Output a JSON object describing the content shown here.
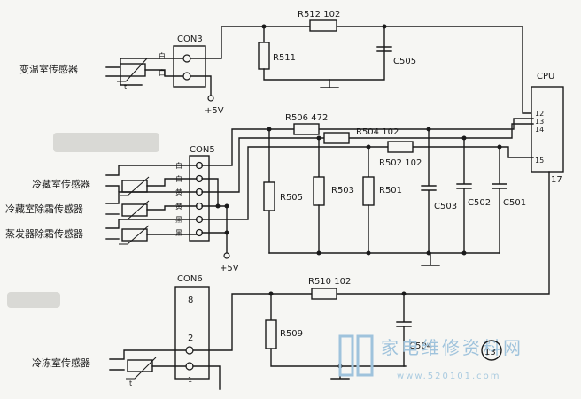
{
  "connectors": {
    "con3": {
      "label": "CON3",
      "pins": [
        "白",
        "白"
      ]
    },
    "con5": {
      "label": "CON5",
      "pins": [
        "白",
        "白",
        "黄",
        "黄",
        "黑",
        "黑"
      ]
    },
    "con6": {
      "label": "CON6",
      "pins": [
        "8",
        "2",
        "1"
      ]
    }
  },
  "sensors": {
    "variable_temp": "变温室传感器",
    "fridge": "冷藏室传感器",
    "fridge_defrost": "冷藏室除霜传感器",
    "evaporator_defrost": "蒸发器除霜传感器",
    "freezer": "冷冻室传感器"
  },
  "supply": {
    "top": "+5V",
    "mid": "+5V"
  },
  "thermistor_mark": "t",
  "resistors": {
    "r512": "R512 102",
    "r511": "R511",
    "r506": "R506 472",
    "r504": "R504 102",
    "r502": "R502 102",
    "r505": "R505",
    "r503": "R503",
    "r501": "R501",
    "r510": "R510 102",
    "r509": "R509"
  },
  "capacitors": {
    "c505": "C505",
    "c503": "C503",
    "c502": "C502",
    "c501": "C501",
    "c504": "C504"
  },
  "cpu": {
    "label": "CPU",
    "pins": [
      "12",
      "13",
      "14",
      "15",
      "17"
    ]
  },
  "figure_number": "13",
  "watermark": {
    "text": "家电维修资料网",
    "url": "www.520101.com"
  }
}
